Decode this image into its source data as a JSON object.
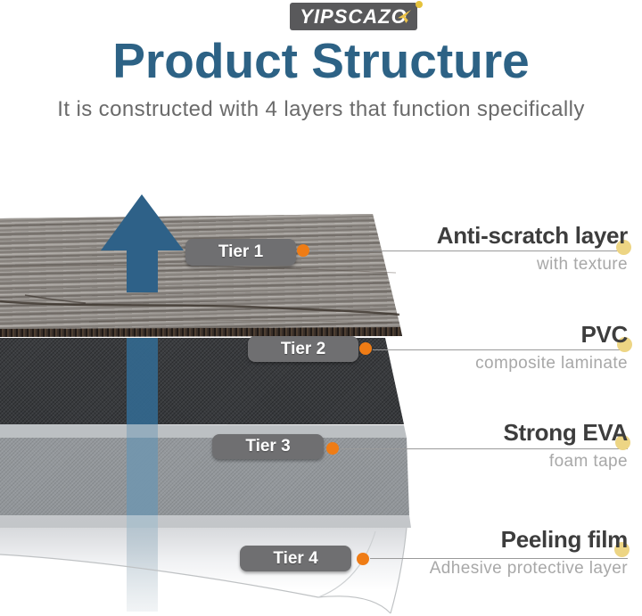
{
  "logo": {
    "brand": "YIPSCAZO"
  },
  "header": {
    "title": "Product Structure",
    "subtitle": "It is constructed with 4 layers that function specifically"
  },
  "diagram": {
    "arrow_icon": "up-arrow",
    "tiers": [
      {
        "pill": "Tier 1",
        "label": "Anti-scratch layer",
        "sublabel": "with texture",
        "layer_kind": "gray-wood-texture",
        "layer_color": "#8d8985"
      },
      {
        "pill": "Tier 2",
        "label": "PVC",
        "sublabel": "composite laminate",
        "layer_kind": "dark-vinyl-core",
        "layer_color": "#3d3f42"
      },
      {
        "pill": "Tier 3",
        "label": "Strong EVA",
        "sublabel": "foam tape",
        "layer_kind": "gray-foam",
        "layer_color": "#9a9ea2"
      },
      {
        "pill": "Tier 4",
        "label": "Peeling film",
        "sublabel": "Adhesive protective layer",
        "layer_kind": "white-peeling-film",
        "layer_color": "#f2f3f5"
      }
    ],
    "accents": {
      "title_blue": "#2d6285",
      "arrow_blue": "#2e6188",
      "pill_gray": "#6f6f71",
      "dot_orange": "#ef7c15",
      "dot_yellow": "#edd584",
      "logo_dark": "#59595b",
      "logo_yellow": "#ecc247"
    }
  }
}
